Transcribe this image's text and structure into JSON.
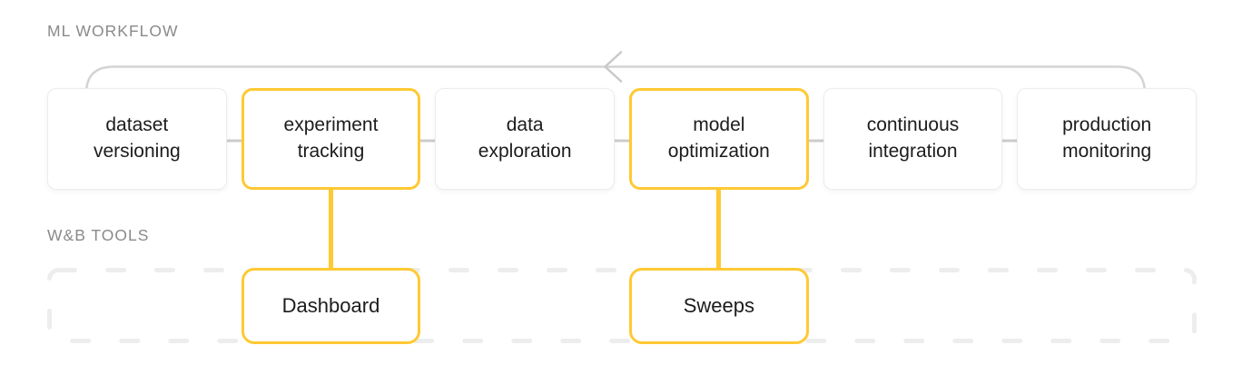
{
  "diagram_title": "ML workflow and W&B tools mapping",
  "sections": {
    "workflow_label": "ML WORKFLOW",
    "tools_label": "W&B TOOLS"
  },
  "workflow": {
    "loop_direction": "right-to-left feedback loop from production monitoring back to dataset versioning",
    "steps": [
      {
        "line1": "dataset",
        "line2": "versioning",
        "highlighted": false
      },
      {
        "line1": "experiment",
        "line2": "tracking",
        "highlighted": true
      },
      {
        "line1": "data",
        "line2": "exploration",
        "highlighted": false
      },
      {
        "line1": "model",
        "line2": "optimization",
        "highlighted": true
      },
      {
        "line1": "continuous",
        "line2": "integration",
        "highlighted": false
      },
      {
        "line1": "production",
        "line2": "monitoring",
        "highlighted": false
      }
    ]
  },
  "tools": {
    "items": [
      {
        "label": "Dashboard",
        "connects_to": "experiment tracking"
      },
      {
        "label": "Sweeps",
        "connects_to": "model optimization"
      }
    ]
  },
  "icons": {
    "loop_arrow": "chevron-left"
  },
  "colors": {
    "accent_yellow": "#FFC933",
    "loop_line_gray": "#d4d4d4",
    "step_connector_gray": "#cccccc",
    "dashed_container_gray": "#ededed",
    "section_label_gray": "#8a8a8a",
    "text_dark": "#1c1c1c",
    "box_border_gray": "#ececec",
    "background": "#ffffff"
  }
}
